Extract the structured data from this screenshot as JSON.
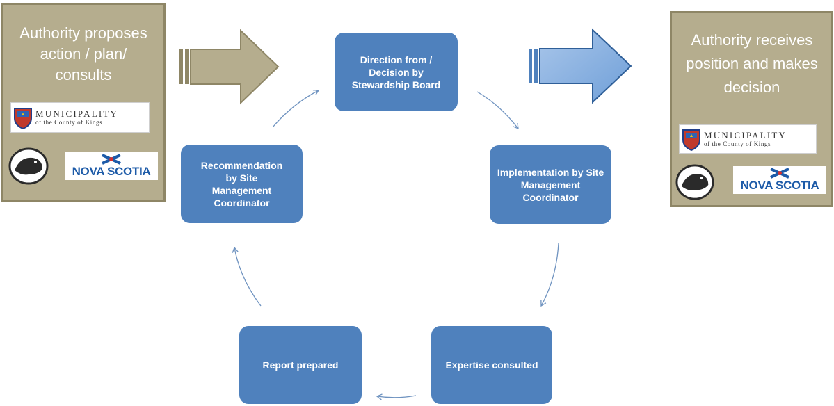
{
  "left_authority": {
    "title": "Authority proposes action / plan/ consults",
    "logos": {
      "municipality_line1": "MUNICIPALITY",
      "municipality_line2": "of the County of Kings",
      "nova_scotia": "NOVA SCOTIA"
    }
  },
  "right_authority": {
    "title": "Authority receives position and makes decision",
    "logos": {
      "municipality_line1": "MUNICIPALITY",
      "municipality_line2": "of the County of Kings",
      "nova_scotia": "NOVA SCOTIA"
    }
  },
  "cycle_steps": [
    {
      "id": "direction",
      "label": "Direction from / Decision by Stewardship Board"
    },
    {
      "id": "implementation",
      "label": "Implementation by Site Management Coordinator"
    },
    {
      "id": "expertise",
      "label": "Expertise consulted"
    },
    {
      "id": "report",
      "label": "Report prepared"
    },
    {
      "id": "recommendation",
      "label": "Recommendation by Site Management Coordinator"
    }
  ],
  "colors": {
    "authority_fill": "#b5ad8e",
    "step_fill": "#4f81bd",
    "left_arrow": "#b5ad8e",
    "right_arrow": "#8db4e2",
    "connector": "#6f93c0"
  }
}
